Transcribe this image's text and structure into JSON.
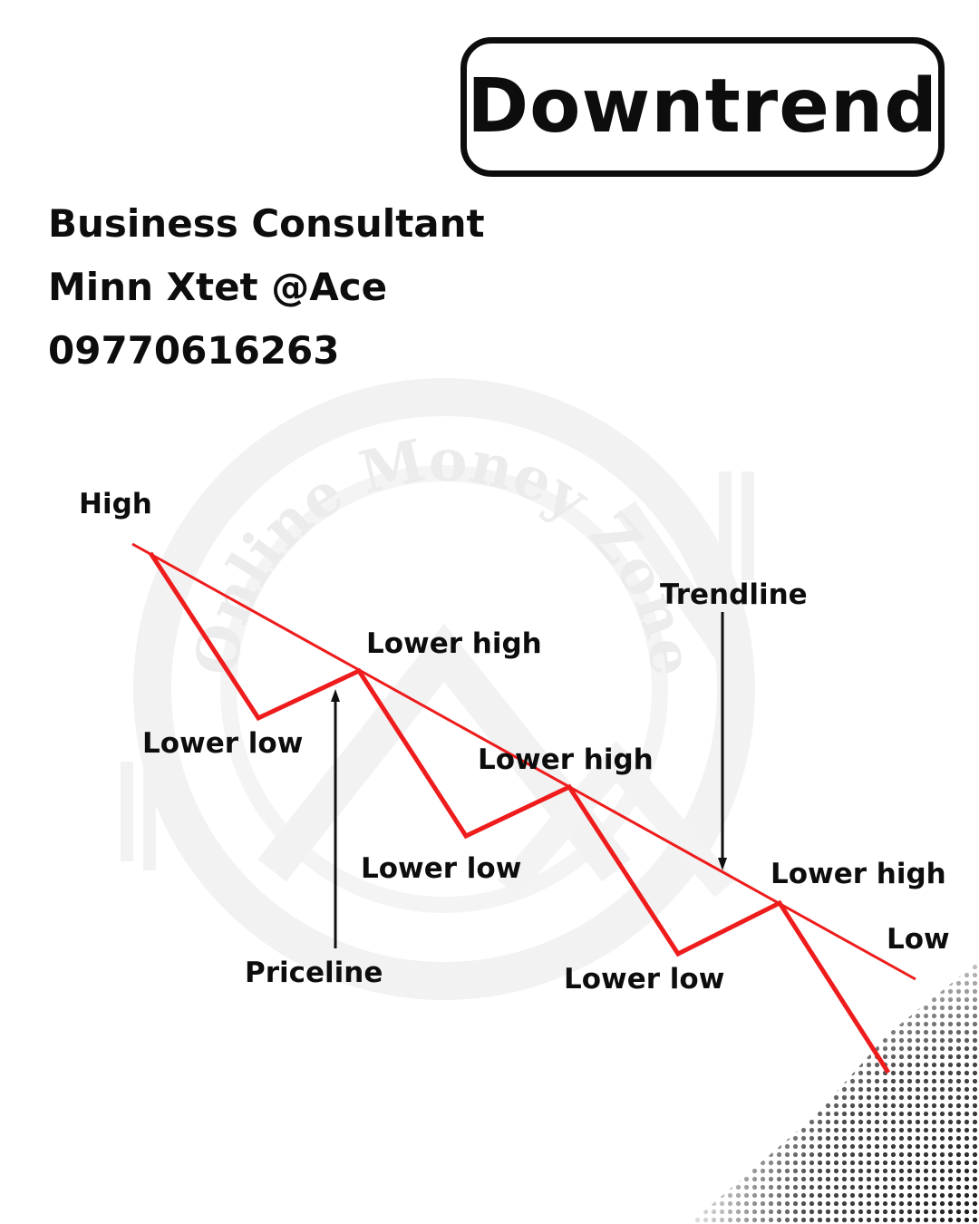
{
  "title": "Downtrend",
  "contact": {
    "role": "Business Consultant",
    "name": "Minn Xtet @Ace",
    "phone": "09770616263"
  },
  "watermark": {
    "text": "Online Money Zone"
  },
  "labels": {
    "high": "High",
    "low": "Low",
    "trendline": "Trendline",
    "priceline": "Priceline",
    "lower_high_1": "Lower high",
    "lower_high_2": "Lower high",
    "lower_high_3": "Lower high",
    "lower_low_1": "Lower low",
    "lower_low_2": "Lower low",
    "lower_low_3": "Lower low"
  },
  "colors": {
    "price_line": "#ee1c1c",
    "text": "#0d0d0d",
    "background": "#ffffff",
    "watermark": "#ececec"
  },
  "icons": [
    "halftone-dots-decoration",
    "watermark-logo"
  ]
}
